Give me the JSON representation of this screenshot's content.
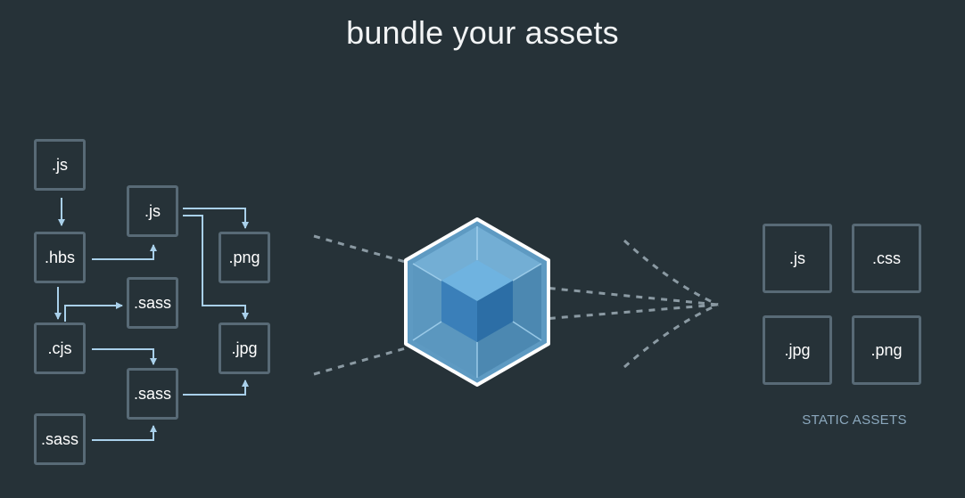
{
  "title": "bundle your assets",
  "source_modules": [
    ".js",
    ".hbs",
    ".cjs",
    ".sass",
    ".js",
    ".sass",
    ".sass",
    ".png",
    ".jpg"
  ],
  "static_assets": [
    ".js",
    ".css",
    ".jpg",
    ".png"
  ],
  "static_assets_label": "STATIC ASSETS",
  "colors": {
    "background": "#263238",
    "box_border": "#586a76",
    "connector": "#a9d0ea",
    "dash": "#8b9aa3",
    "cube_outline": "#ffffff",
    "cube_fill": "#8ed6fb",
    "cube_inner": "#1c78c0"
  }
}
